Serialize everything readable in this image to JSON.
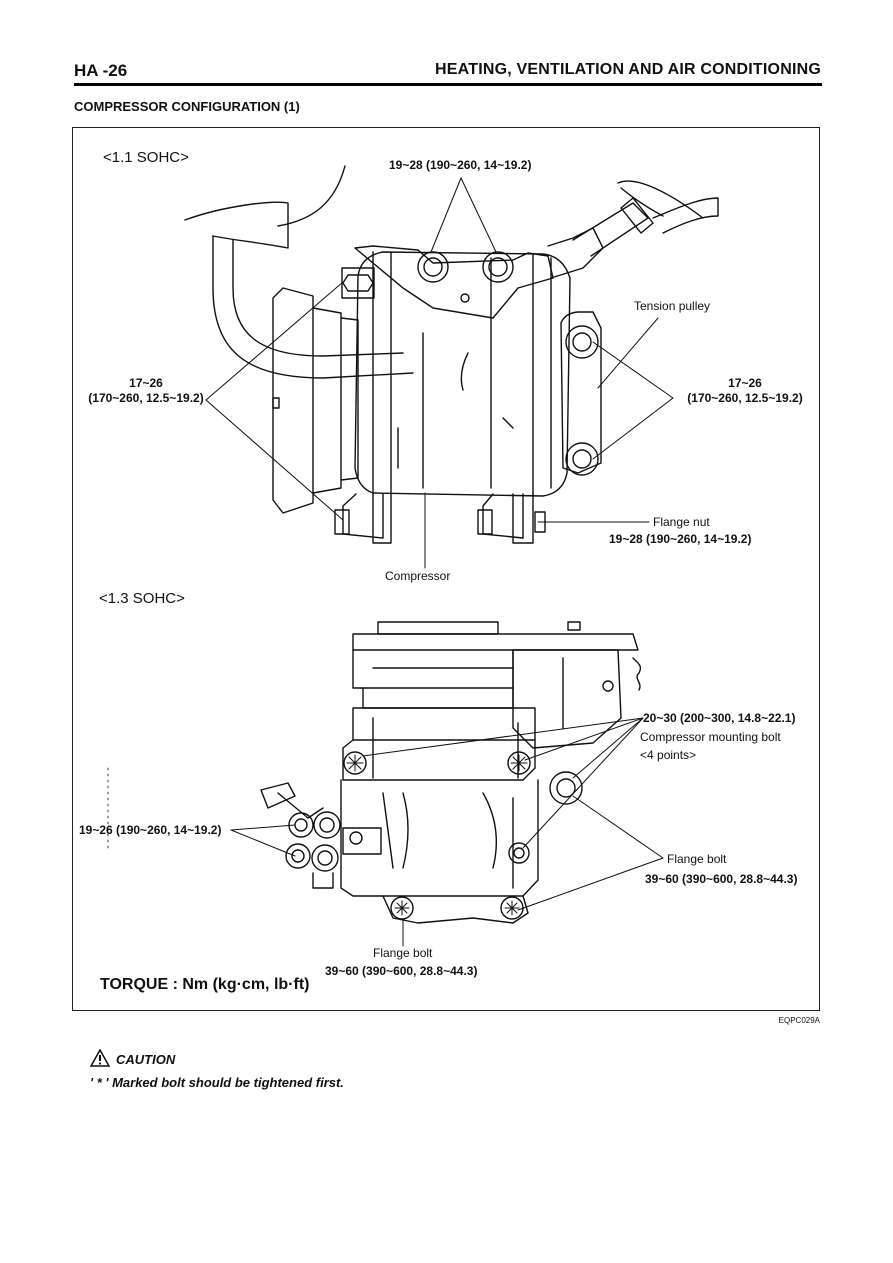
{
  "header": {
    "page_number": "HA -26",
    "chapter_title": "HEATING, VENTILATION AND AIR CONDITIONING"
  },
  "section_title": "COMPRESSOR CONFIGURATION (1)",
  "figure": {
    "variant_1": {
      "label": "<1.1 SOHC>",
      "top_bolts": "19~28 (190~260, 14~19.2)",
      "left_bolts_line1": "17~26",
      "left_bolts_line2": "(170~260, 12.5~19.2)",
      "tension_pulley": "Tension pulley",
      "right_bolts_line1": "17~26",
      "right_bolts_line2": "(170~260, 12.5~19.2)",
      "flange_nut": "Flange nut",
      "flange_nut_torque": "19~28 (190~260, 14~19.2)",
      "compressor": "Compressor"
    },
    "variant_2": {
      "label": "<1.3 SOHC>",
      "mounting_torque": "20~30 (200~300, 14.8~22.1)",
      "mounting_bolt": "Compressor mounting bolt",
      "mounting_points": "<4 points>",
      "left_bolts": "19~26 (190~260, 14~19.2)",
      "flange_bolt_right": "Flange bolt",
      "flange_bolt_right_torque": "39~60 (390~600, 28.8~44.3)",
      "flange_bolt_bottom": "Flange bolt",
      "flange_bolt_bottom_torque": "39~60 (390~600, 28.8~44.3)"
    },
    "torque_unit": "TORQUE : Nm (kg·cm, lb·ft)",
    "figure_code": "EQPC029A"
  },
  "caution": {
    "title": "CAUTION",
    "text": "' * ' Marked bolt should be tightened first."
  }
}
